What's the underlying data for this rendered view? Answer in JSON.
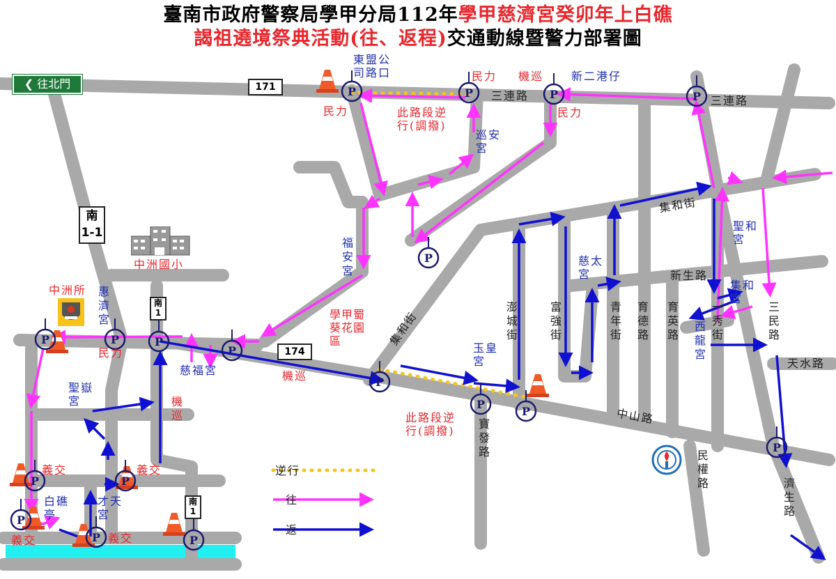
{
  "title": {
    "line1_black": "臺南市政府警察局學甲分局112年",
    "line1_red": "學甲慈濟宮癸卯年上白礁",
    "line2_red": "謁祖遶境祭典活動(往、返程)",
    "line2_black": "交通動線暨警力部署圖"
  },
  "signs": {
    "north_gate": "往北門",
    "route_171": "171",
    "route_174": "174",
    "nan_1_1": "南\n1-1",
    "nan_1_a": "南\n1",
    "nan_1_b": "南\n1"
  },
  "labels": {
    "dongmeng": "東盟公\n司路口",
    "minli_1": "民力",
    "minli_2": "民力",
    "jixun_1": "機巡",
    "xinergang": "新二港仔",
    "minli_3": "民力",
    "sanlian_1": "三連路",
    "sanlian_2": "三連路",
    "contraflow_1": "此路段逆\n行(調撥)",
    "xunan": "巡安\n宮",
    "fuan": "福安宮",
    "hollyhock": "學甲蜀\n葵花園\n區",
    "jihe_st_1": "集和街",
    "penglian": "澎城街",
    "fuqiang": "富強街",
    "qingnian": "青年街",
    "yude": "育德路",
    "yuying": "育英路",
    "yixiu": "一秀街",
    "sanmin": "三民路",
    "citai": "慈太\n宮",
    "jihe_st_2": "集和街",
    "shenghe": "聖和\n宮",
    "xinsheng": "新生路",
    "jihe_temple": "集和\n宮",
    "xilong": "西龍宮",
    "tianshui": "天水路",
    "zhongshan": "中山路",
    "minquan": "民權路",
    "jisheng": "濟生路",
    "baofa": "寶發路",
    "yuhuang": "玉皇\n宮",
    "contraflow_2": "此路段逆\n行(調撥)",
    "jixun_2": "機巡",
    "cifu": "慈福宮",
    "jixun_3": "機巡",
    "huiji": "惠濟宮",
    "minli_4": "民力",
    "school": "中洲國小",
    "police_station": "中洲所",
    "shengyue": "聖嶽\n宮",
    "yijiao_1": "義交",
    "yijiao_2": "義交",
    "yijiao_3": "義交",
    "yijiao_4": "義交",
    "baijiao": "白礁\n亭",
    "caitian": "才天\n宮"
  },
  "legend": {
    "contraflow": "逆行",
    "outbound": "往",
    "return": "返"
  },
  "colors": {
    "road": "#a9a9a9",
    "outbound": "#ff33ff",
    "return": "#1010d0",
    "contraflow": "#f5c518",
    "river": "#22f0f0",
    "parking": "#1a1a6e"
  }
}
